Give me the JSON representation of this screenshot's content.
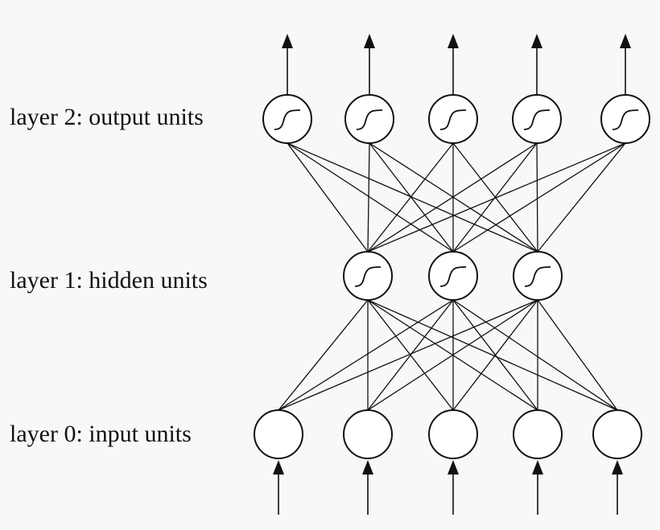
{
  "labels": {
    "layer2": "layer 2: output units",
    "layer1": "layer 1: hidden units",
    "layer0": "layer 0: input units"
  },
  "network": {
    "layers": [
      {
        "name": "input",
        "units": 5,
        "activation": "none"
      },
      {
        "name": "hidden",
        "units": 3,
        "activation": "sigmoid"
      },
      {
        "name": "output",
        "units": 5,
        "activation": "sigmoid"
      }
    ],
    "connectivity": "fully-connected",
    "input_arrows": 5,
    "output_arrows": 5
  },
  "colors": {
    "stroke": "#111111",
    "unit_fill": "#ffffff",
    "background": "#f8f8f8"
  }
}
